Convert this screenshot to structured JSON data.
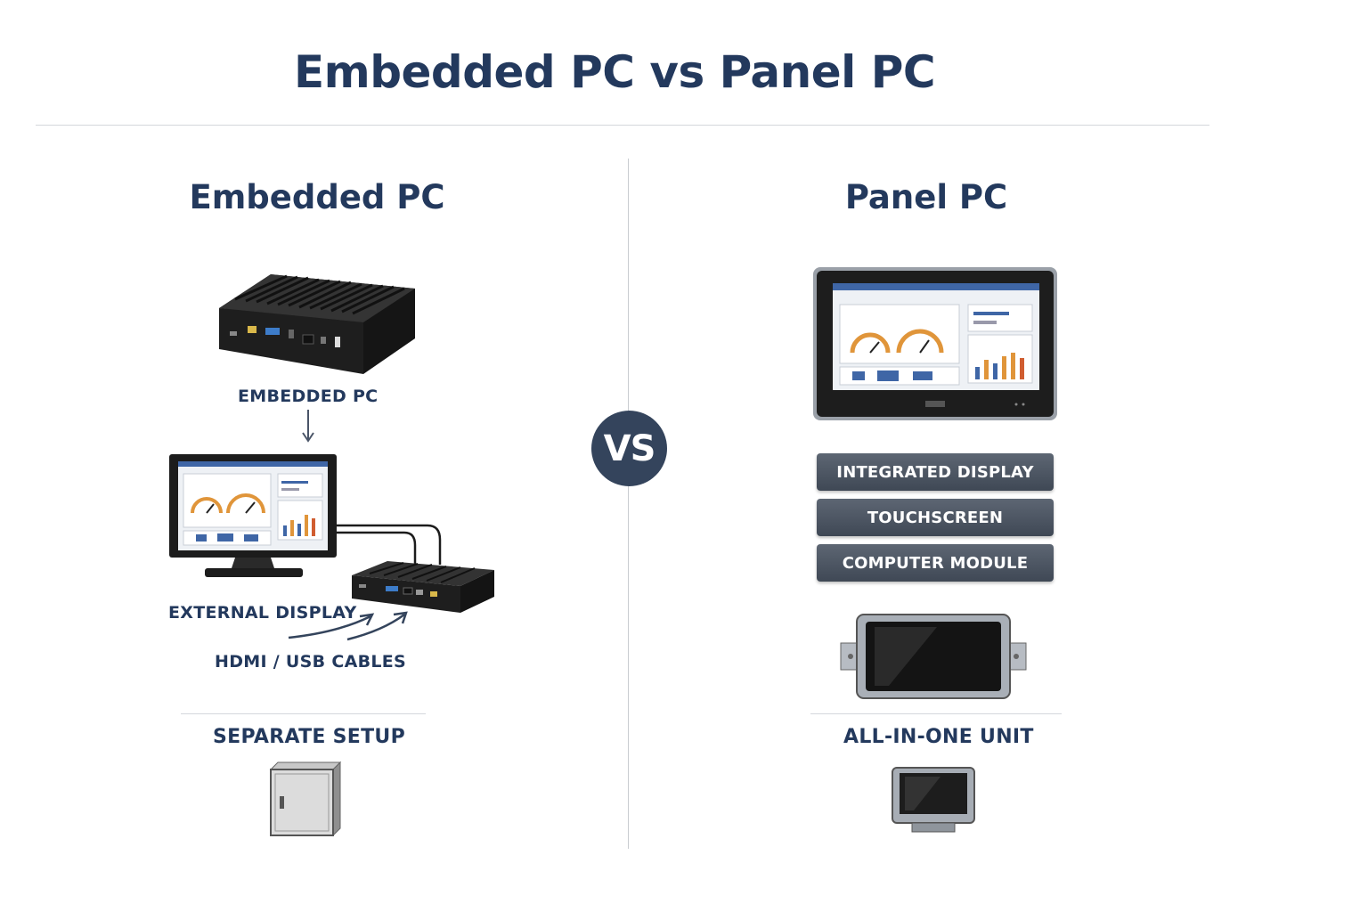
{
  "title": "Embedded PC vs Panel PC",
  "left": {
    "heading": "Embedded PC",
    "device_label": "EMBEDDED PC",
    "external_display_label": "EXTERNAL DISPLAY",
    "cables_label": "HDMI / USB CABLES",
    "summary_label": "SEPARATE SETUP"
  },
  "vs_label": "VS",
  "right": {
    "heading": "Panel PC",
    "features": [
      "INTEGRATED DISPLAY",
      "TOUCHSCREEN",
      "COMPUTER MODULE"
    ],
    "summary_label": "ALL-IN-ONE UNIT"
  },
  "colors": {
    "navy": "#23395d",
    "vs_circle": "#34445c",
    "pill": "#4b5461"
  }
}
